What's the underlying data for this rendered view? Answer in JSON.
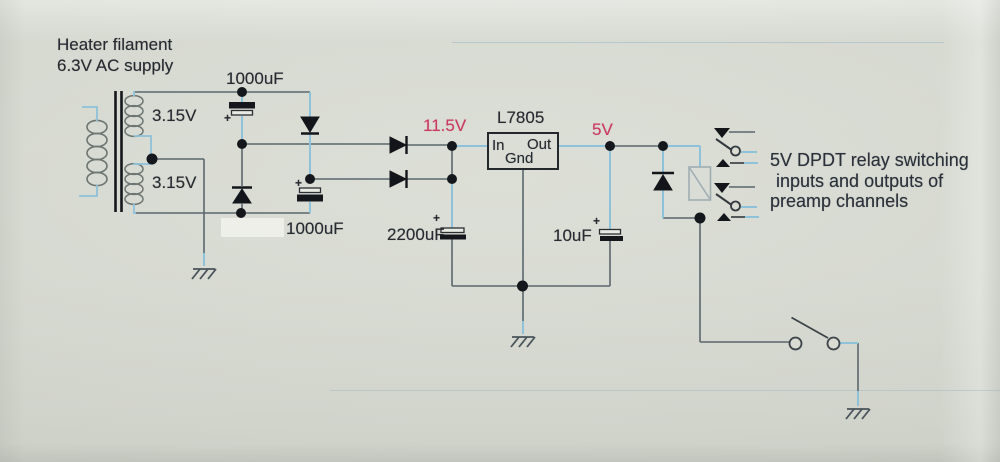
{
  "title_note": {
    "line1": "Heater filament",
    "line2": "6.3V AC supply"
  },
  "transformer": {
    "secondary1_label": "3.15V",
    "secondary2_label": "3.15V"
  },
  "capacitors": {
    "c1": {
      "label": "1000uF",
      "polarity": "+"
    },
    "c2": {
      "label": "1000uF",
      "polarity": "+"
    },
    "c3": {
      "label": "2200uF",
      "polarity": "+"
    },
    "c4": {
      "label": "10uF",
      "polarity": "+"
    }
  },
  "regulator": {
    "part": "L7805",
    "pin_in": "In",
    "pin_out": "Out",
    "pin_gnd": "Gnd"
  },
  "test_points": {
    "rectified_voltage": "11.5V",
    "regulated_voltage": "5V"
  },
  "relay_note": {
    "line1": "5V DPDT relay switching",
    "line2": "inputs and outputs of",
    "line3": "preamp channels"
  },
  "colors": {
    "voltage_label": "#ca3a60",
    "wire_blue": "#8ec1da",
    "wire_gray": "#5b676d",
    "ink": "#14181c",
    "paper": "#d8dbd2"
  }
}
